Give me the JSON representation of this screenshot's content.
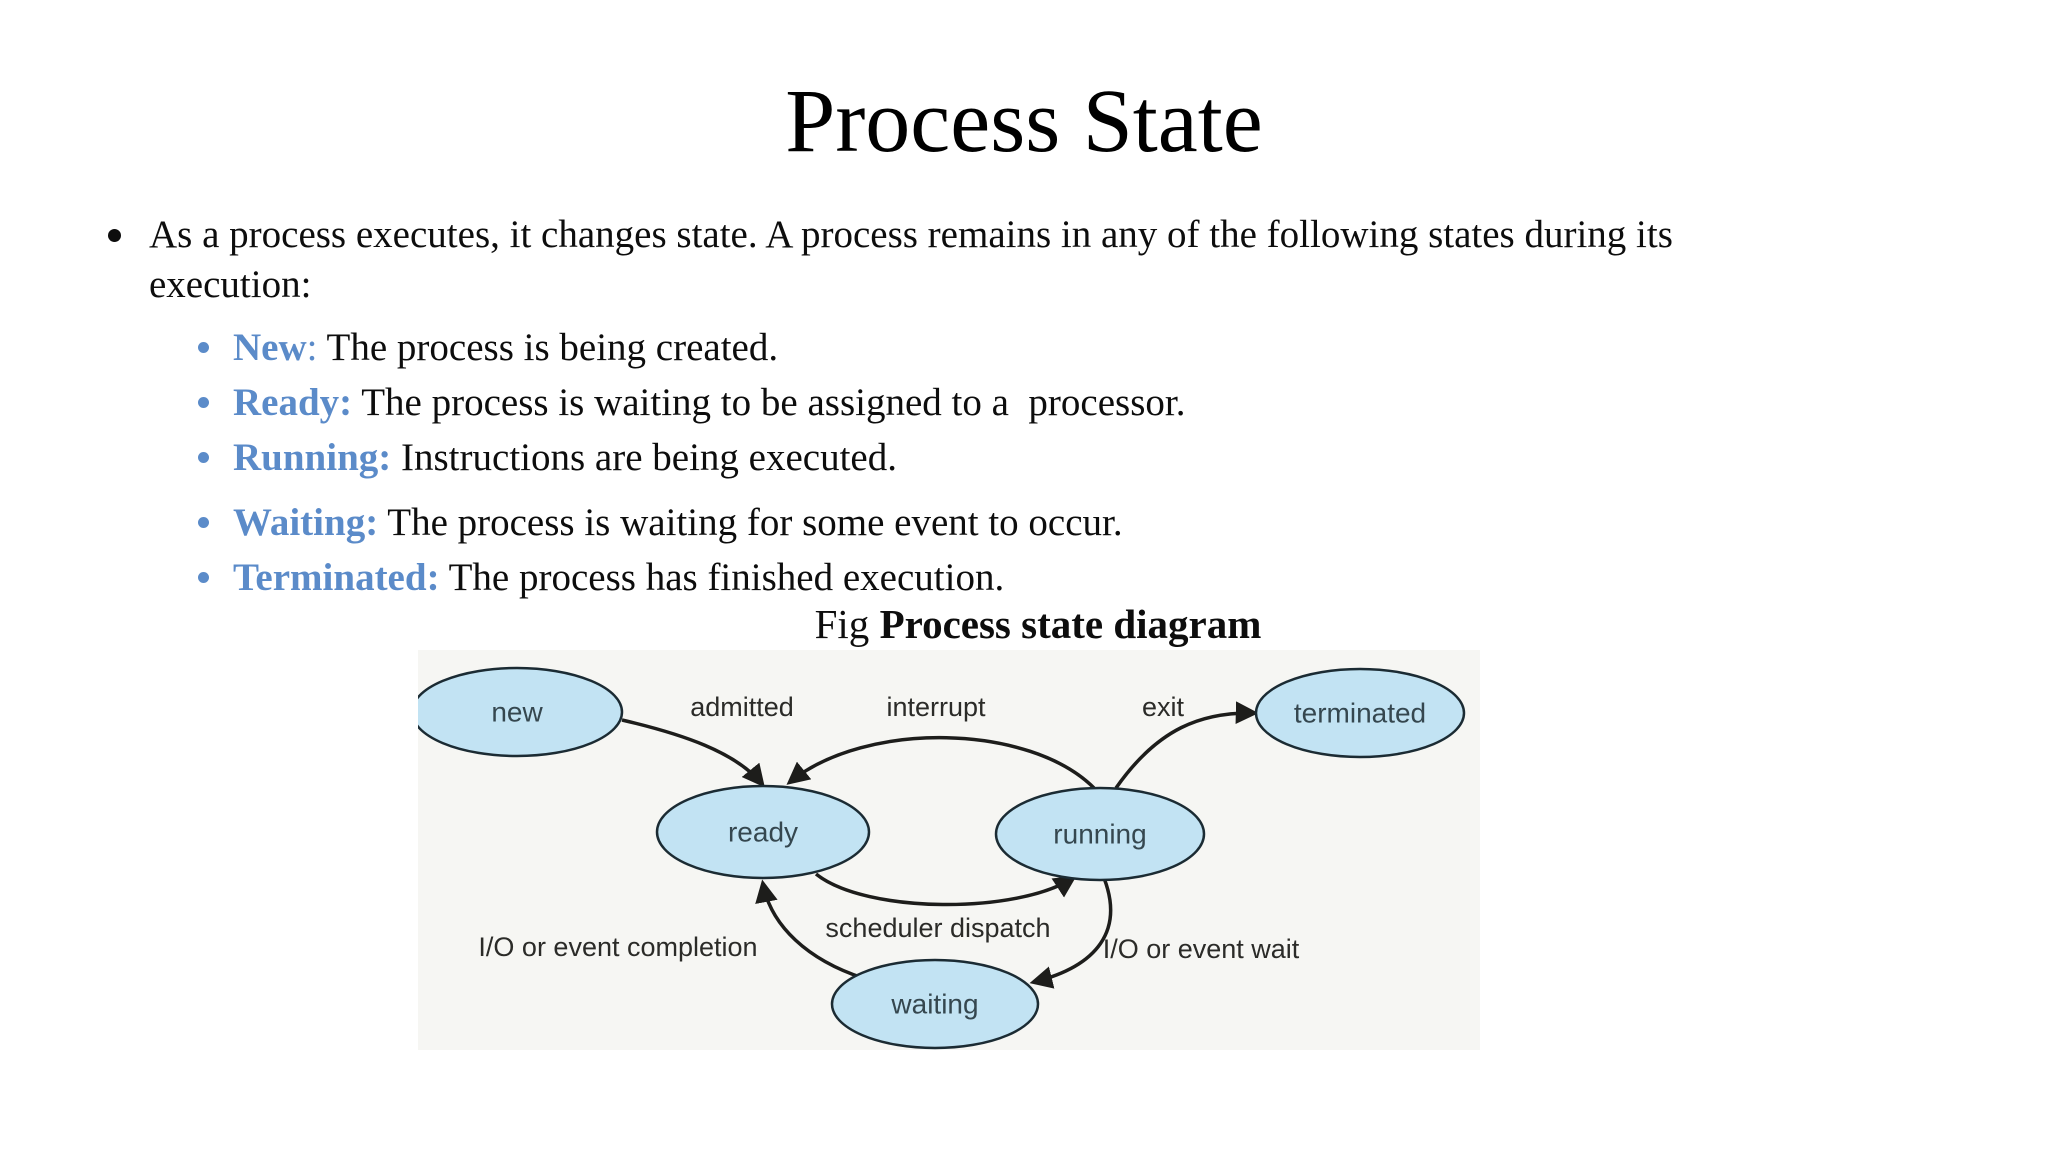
{
  "slide": {
    "title": "Process State",
    "intro_lines": [
      "As a process executes, it changes state. A process remains in any of the following states during its",
      "execution:"
    ],
    "states": [
      {
        "term": "New",
        "colon": ":",
        "desc": "The process is being created."
      },
      {
        "term": "Ready",
        "colon": ":",
        "desc": "The process is waiting to be assigned to a  processor."
      },
      {
        "term": "Running",
        "colon": ":",
        "desc": "Instructions are being executed."
      },
      {
        "term": "Waiting",
        "colon": ":",
        "desc": "The process is waiting for some event to occur."
      },
      {
        "term": "Terminated",
        "colon": ":",
        "desc": "The process has finished execution."
      }
    ],
    "caption": {
      "prefix": "Fig ",
      "title": "Process state diagram"
    }
  },
  "diagram": {
    "nodes": [
      {
        "id": "new",
        "label": "new"
      },
      {
        "id": "ready",
        "label": "ready"
      },
      {
        "id": "running",
        "label": "running"
      },
      {
        "id": "waiting",
        "label": "waiting"
      },
      {
        "id": "terminated",
        "label": "terminated"
      }
    ],
    "edges": [
      {
        "id": "admitted",
        "from": "new",
        "to": "ready",
        "label": "admitted"
      },
      {
        "id": "interrupt",
        "from": "running",
        "to": "ready",
        "label": "interrupt"
      },
      {
        "id": "exit",
        "from": "running",
        "to": "terminated",
        "label": "exit"
      },
      {
        "id": "dispatch",
        "from": "ready",
        "to": "running",
        "label": "scheduler dispatch"
      },
      {
        "id": "wait",
        "from": "running",
        "to": "waiting",
        "label": "I/O or event wait"
      },
      {
        "id": "completion",
        "from": "waiting",
        "to": "ready",
        "label": "I/O or event completion"
      }
    ],
    "colors": {
      "node_fill": "#c2e3f3",
      "node_stroke": "#1b2b33",
      "node_text": "#35474f",
      "edge": "#1d1d1b",
      "label_text": "#2b2b28",
      "background": "#f6f6f3"
    }
  },
  "colors": {
    "accent_blue": "#5b8bc9",
    "text": "#0d0d0d",
    "background": "#ffffff"
  }
}
